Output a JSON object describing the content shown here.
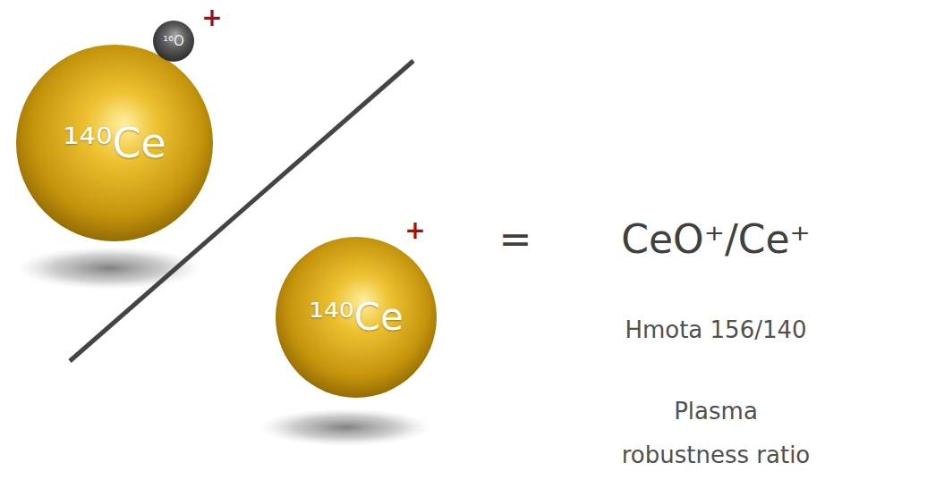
{
  "diagram": {
    "nodes": [
      {
        "text": [
          "¹⁴⁰Ce"
        ]
      },
      {
        "text": [
          "¹⁶O"
        ]
      },
      {
        "text": [
          "¹⁴⁰Ce"
        ]
      }
    ],
    "labels": [
      "+",
      "+",
      "=",
      "CeO⁺/Ce⁺",
      "Hmota 156/140",
      "Plasma robustness ratio"
    ]
  }
}
